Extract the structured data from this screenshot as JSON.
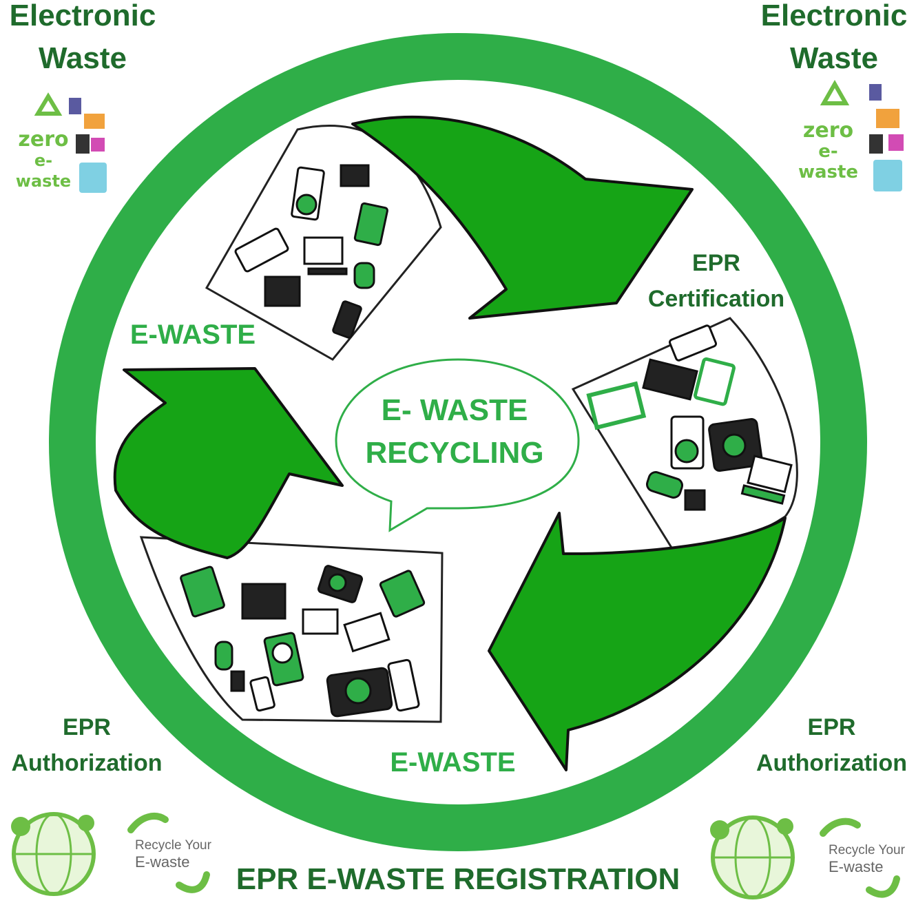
{
  "corners": {
    "top_left_title": [
      "Electronic",
      "Waste"
    ],
    "top_right_title": [
      "Electronic",
      "Waste"
    ],
    "top_left_logo_text": [
      "zero",
      "e-waste"
    ],
    "top_right_logo_text": [
      "zero",
      "e-waste"
    ],
    "bottom_left_label": [
      "EPR",
      "Authorization"
    ],
    "bottom_right_label": [
      "EPR",
      "Authorization"
    ],
    "bottom_left_badge": [
      "Recycle Your",
      "E-waste"
    ],
    "bottom_right_badge": [
      "Recycle Your",
      "E-waste"
    ]
  },
  "diagram": {
    "label_left": "E-WASTE",
    "label_bottom": "E-WASTE",
    "label_right": [
      "EPR",
      "Certification"
    ],
    "center_bubble": [
      "E- WASTE",
      "RECYCLING"
    ]
  },
  "footer": {
    "title": "EPR E-WASTE REGISTRATION"
  },
  "colors": {
    "ring_green": "#2fae48",
    "arrow_green": "#16a416",
    "dark_green": "#1f6b2c",
    "text_green": "#2fae48"
  },
  "icons": [
    "recycle-icon",
    "globe-icon",
    "monitor-icon",
    "phone-icon",
    "camera-icon",
    "battery-icon",
    "printer-icon",
    "tablet-icon",
    "mp3-player-icon",
    "mouse-icon",
    "bin-icon"
  ]
}
